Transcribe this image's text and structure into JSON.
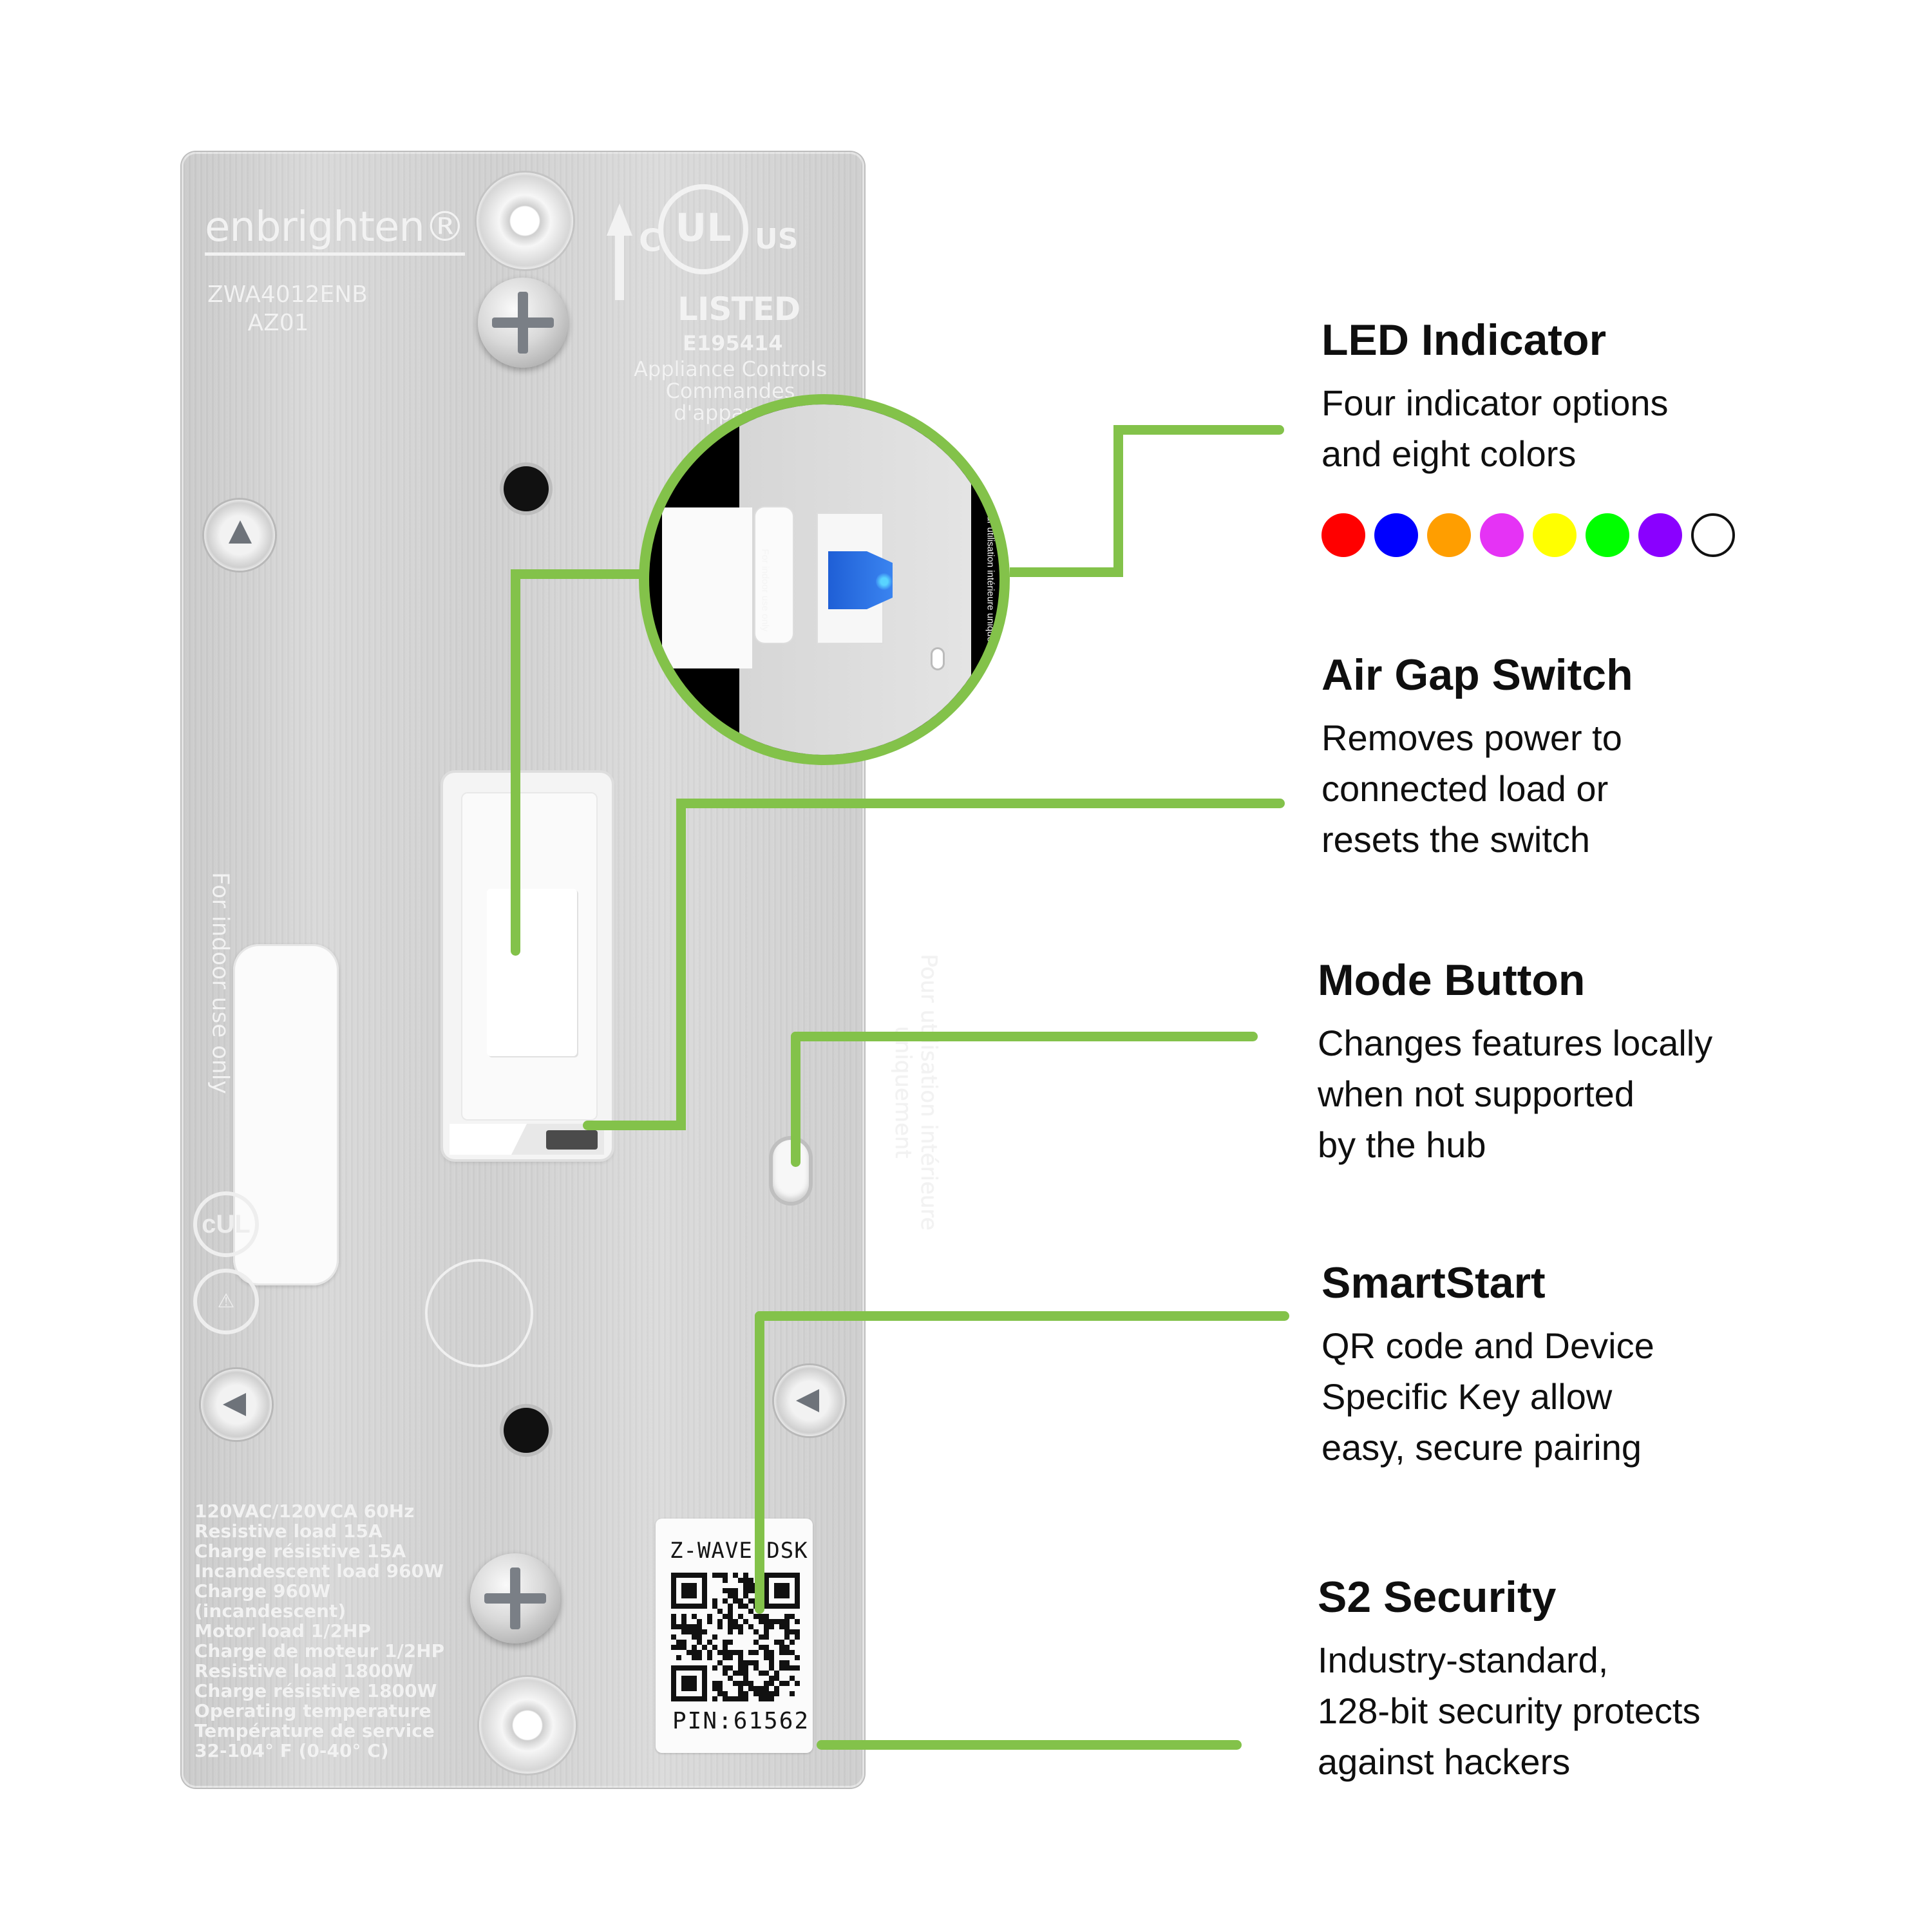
{
  "product": {
    "brand": "enbrighten®",
    "model": "ZWA4012ENB",
    "revision": "AZ01",
    "cert_mark": {
      "c": "C",
      "ul": "UL",
      "us": "US",
      "listed": "LISTED",
      "file_number": "E195414",
      "category": "Appliance Controls\nCommandes d'appareils"
    },
    "indoor_text": "For indoor use only",
    "indoor_text_fr": "Pour utilisation intérieure uniquement",
    "specs": [
      "120VAC/120VCA 60Hz",
      "Resistive load 15A",
      "Charge résistive 15A",
      "Incandescent load 960W",
      "Charge 960W",
      "(incandescent)",
      "Motor load 1/2HP",
      "Charge de moteur 1/2HP",
      "Resistive load 1800W",
      "Charge résistive 1800W",
      "Operating temperature",
      "Température de service",
      "32-104° F (0-40° C)"
    ],
    "dsk_label": {
      "title": "Z-WAVE DSK",
      "pin": "PIN:61562"
    },
    "cert_icon_text": "cUL"
  },
  "callouts": [
    {
      "title": "LED Indicator",
      "description": "Four indicator options\nand eight colors"
    },
    {
      "title": "Air Gap Switch",
      "description": "Removes power to\nconnected load or\nresets the switch"
    },
    {
      "title": "Mode Button",
      "description": "Changes features locally\nwhen not supported\nby the hub"
    },
    {
      "title": "SmartStart",
      "description": "QR code and Device\nSpecific Key allow\neasy, secure pairing"
    },
    {
      "title": "S2 Security",
      "description": "Industry-standard,\n128-bit security protects\nagainst hackers"
    }
  ],
  "led_colors": [
    {
      "name": "red",
      "hex": "#ff0000"
    },
    {
      "name": "blue",
      "hex": "#0000ff"
    },
    {
      "name": "orange",
      "hex": "#ff9e00"
    },
    {
      "name": "pink",
      "hex": "#e533f5"
    },
    {
      "name": "yellow",
      "hex": "#ffff00"
    },
    {
      "name": "green",
      "hex": "#00ff00"
    },
    {
      "name": "purple",
      "hex": "#8a00ff"
    },
    {
      "name": "white",
      "hex": "#ffffff"
    }
  ],
  "theme": {
    "accent": "#83c24a",
    "text": "#0f0f0f",
    "led_blue": "#2f72e6"
  }
}
